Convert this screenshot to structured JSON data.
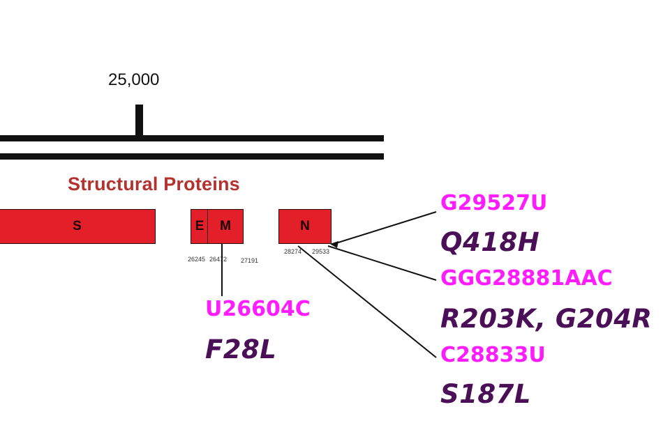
{
  "scale": {
    "tick_label": "25,000"
  },
  "section": {
    "title": "Structural Proteins"
  },
  "genes": {
    "S": "S",
    "E": "E",
    "M": "M",
    "N": "N"
  },
  "positions": {
    "p1": "26245",
    "p2": "26472",
    "p3": "27191",
    "p4": "28274",
    "p5": "29533"
  },
  "mutations": {
    "m_orf": {
      "nt": "U26604C",
      "aa": "F28L"
    },
    "n1": {
      "nt": "G29527U",
      "aa": "Q418H"
    },
    "n2": {
      "nt": "GGG28881AAC",
      "aa": "R203K, G204R"
    },
    "n3": {
      "nt": "C28833U",
      "aa": "S187L"
    }
  },
  "colors": {
    "gene_fill": "#e3202a",
    "section_title": "#b5312e",
    "nucleotide_change": "#ff1cff",
    "amino_acid_change": "#4a0f57"
  }
}
